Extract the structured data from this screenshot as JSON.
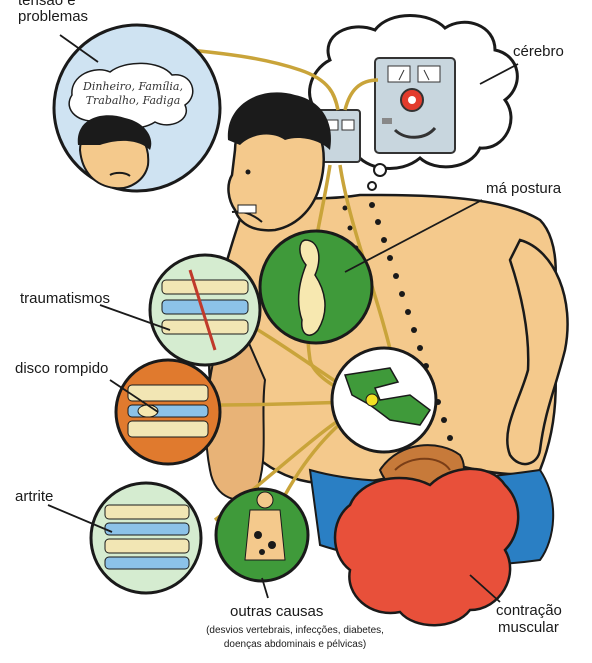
{
  "labels": {
    "tensao_line1": "tensão e",
    "tensao_line2": "problemas",
    "cerebro": "cérebro",
    "ma_postura": "má postura",
    "traumatismos": "traumatismos",
    "disco_rompido": "disco rompido",
    "artrite": "artrite",
    "outras_causas": "outras causas",
    "outras_detalhe_line1": "(desvios vertebrais, infecções, diabetes,",
    "outras_detalhe_line2": "doenças abdominais e pélvicas)",
    "contracao_line1": "contração",
    "contracao_line2": "muscular"
  },
  "worry_bubble": {
    "line1": "Dinheiro, Família,",
    "line2": "Trabalho, Fadiga"
  },
  "colors": {
    "skin": "#f4c98c",
    "skin_shadow": "#d99a5a",
    "hair": "#1b1b1b",
    "circle_blue": "#cfe3f2",
    "circle_green": "#3f9a3a",
    "circle_orange": "#e07a2e",
    "circle_light_green": "#d5ecd0",
    "red_blob": "#e8503a",
    "shorts_blue": "#2a7fc4",
    "nerve": "#c9a43a",
    "panel_gray": "#c8d6de"
  }
}
